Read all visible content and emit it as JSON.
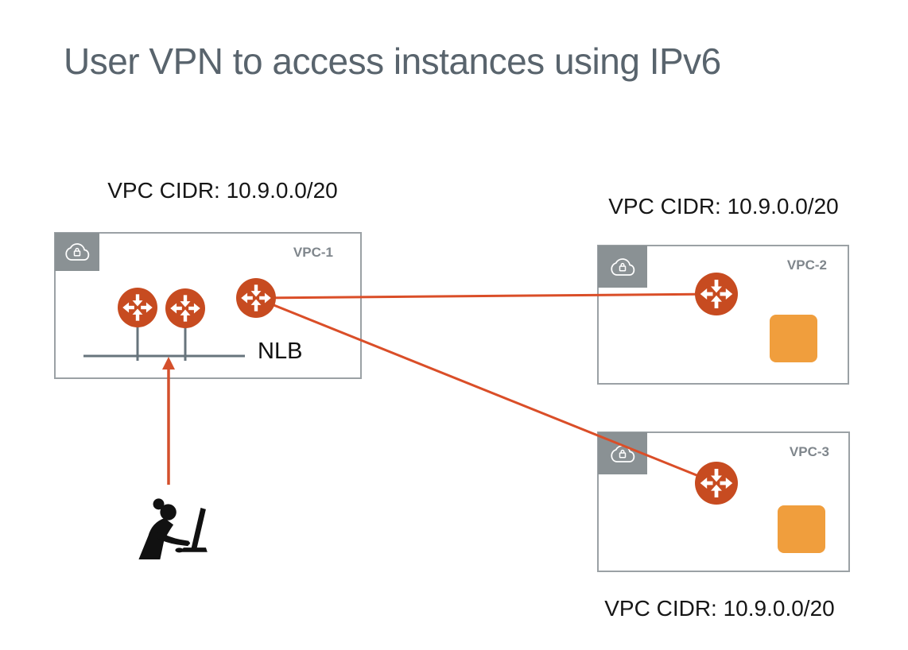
{
  "title": "User VPN to access instances using IPv6",
  "colors": {
    "title_text": "#59646D",
    "connector_line": "#DA4E28",
    "router_fill": "#C74B20",
    "instance_fill": "#F09E3D",
    "vpc_border": "#9BA1A5",
    "vpc_corner_bg": "#8A9194",
    "vpc_name_text": "#7F868C",
    "network_line": "#67747C",
    "label_text": "#161616",
    "user_silhouette": "#111111"
  },
  "vpcs": [
    {
      "name": "VPC-1",
      "cidr_label": "VPC CIDR: 10.9.0.0/20",
      "cidr_position": "above",
      "nlb_label": "NLB",
      "router_count": 3,
      "instance_count": 0
    },
    {
      "name": "VPC-2",
      "cidr_label": "VPC CIDR: 10.9.0.0/20",
      "cidr_position": "above",
      "router_count": 1,
      "instance_count": 1
    },
    {
      "name": "VPC-3",
      "cidr_label": "VPC CIDR: 10.9.0.0/20",
      "cidr_position": "below",
      "router_count": 1,
      "instance_count": 1
    }
  ],
  "connections": [
    {
      "from": "vpc-1-router-3",
      "to": "vpc-2-router",
      "style": "line"
    },
    {
      "from": "vpc-1-router-3",
      "to": "vpc-3-router",
      "style": "line"
    },
    {
      "from": "user",
      "to": "vpc-1-nlb",
      "style": "arrow-up"
    }
  ],
  "icons": {
    "vpc_corner": "cloud-lock-icon",
    "router": "router-icon",
    "instance": "instance-square",
    "user": "person-at-computer-icon"
  }
}
